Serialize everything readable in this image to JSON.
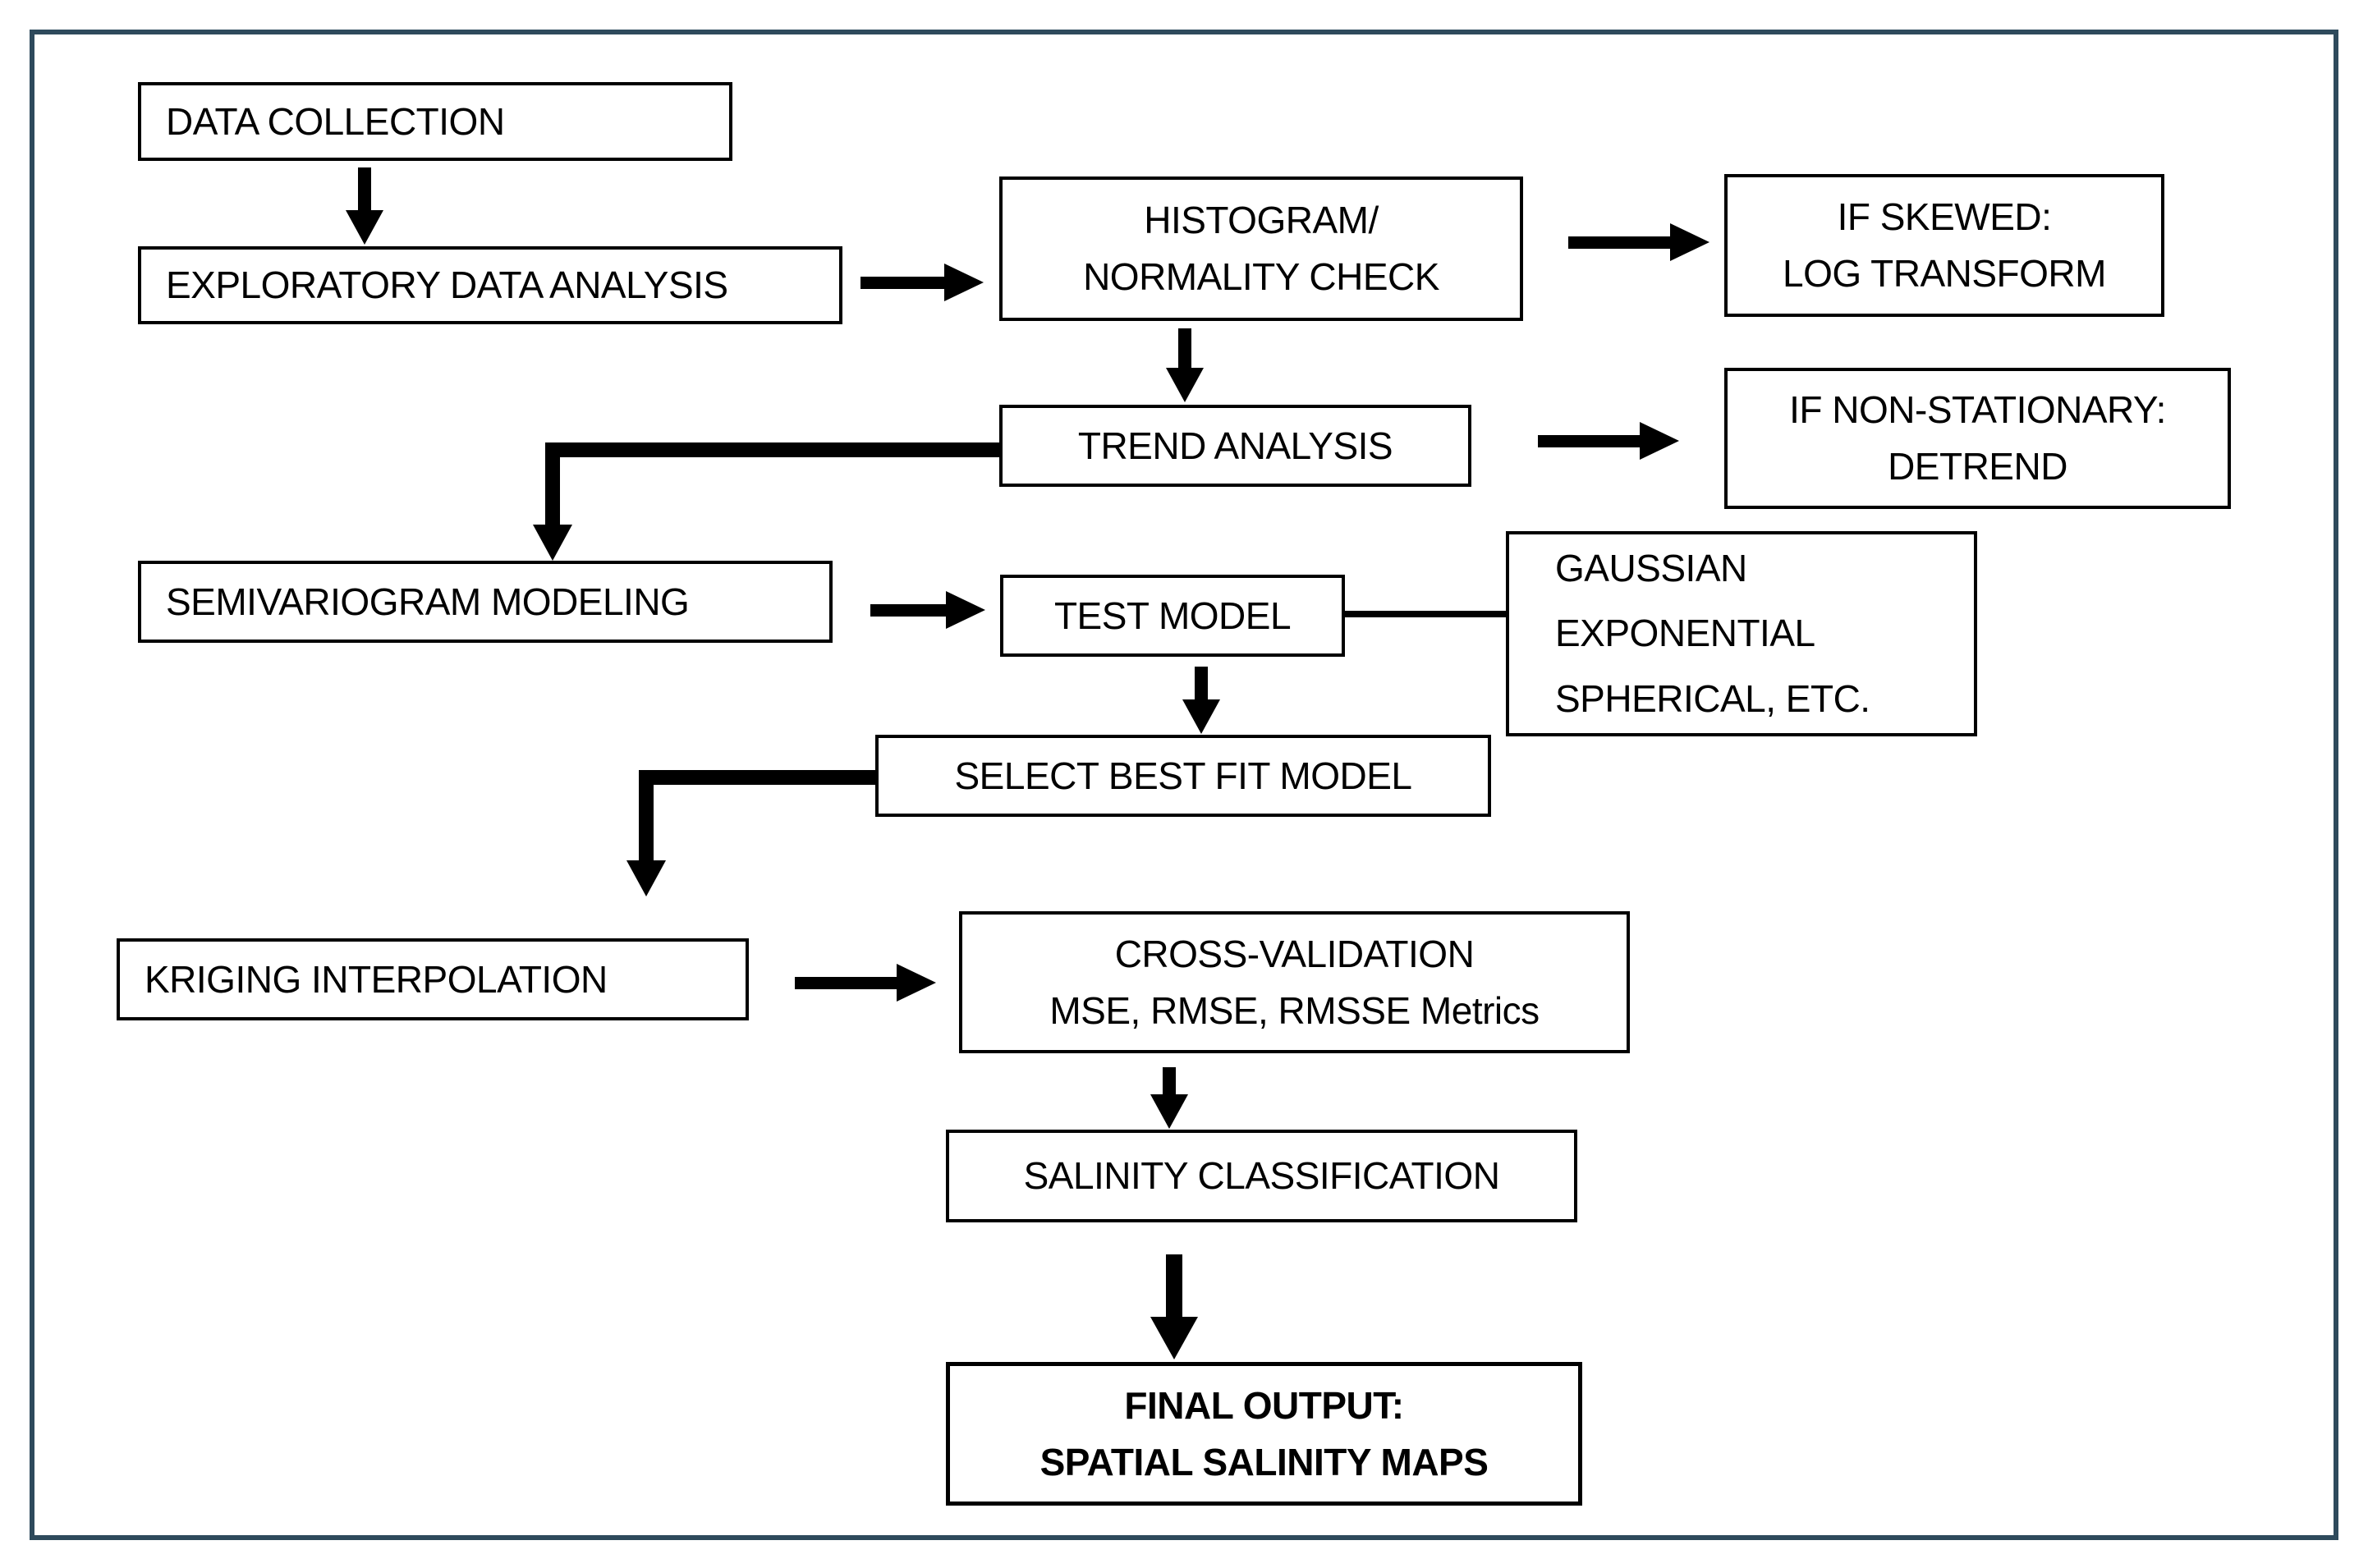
{
  "nodes": {
    "data_collection": {
      "label": "DATA COLLECTION"
    },
    "eda": {
      "label": "EXPLORATORY DATA ANALYSIS"
    },
    "histogram": {
      "line1": "HISTOGRAM/",
      "line2": "NORMALITY CHECK"
    },
    "if_skewed": {
      "line1": "IF SKEWED:",
      "line2": "LOG TRANSFORM"
    },
    "trend": {
      "label": "TREND ANALYSIS"
    },
    "if_nonstationary": {
      "line1": "IF NON-STATIONARY:",
      "line2": "DETREND"
    },
    "semivariogram": {
      "label": "SEMIVARIOGRAM MODELING"
    },
    "test_model": {
      "label": "TEST MODEL"
    },
    "models": {
      "line1": "GAUSSIAN",
      "line2": "EXPONENTIAL",
      "line3": "SPHERICAL, ETC."
    },
    "select_best": {
      "label": "SELECT BEST FIT MODEL"
    },
    "kriging": {
      "label": "KRIGING INTERPOLATION"
    },
    "cross_validation": {
      "line1": "CROSS-VALIDATION",
      "line2": "MSE, RMSE, RMSSE Metrics"
    },
    "salinity": {
      "label": "SALINITY CLASSIFICATION"
    },
    "final": {
      "line1": "FINAL OUTPUT:",
      "line2": "SPATIAL SALINITY MAPS"
    }
  },
  "edges": [
    {
      "from": "DATA COLLECTION",
      "to": "EXPLORATORY DATA ANALYSIS",
      "style": "arrow"
    },
    {
      "from": "EXPLORATORY DATA ANALYSIS",
      "to": "HISTOGRAM/NORMALITY CHECK",
      "style": "arrow"
    },
    {
      "from": "HISTOGRAM/NORMALITY CHECK",
      "to": "IF SKEWED: LOG TRANSFORM",
      "style": "arrow"
    },
    {
      "from": "HISTOGRAM/NORMALITY CHECK",
      "to": "TREND ANALYSIS",
      "style": "arrow"
    },
    {
      "from": "TREND ANALYSIS",
      "to": "IF NON-STATIONARY: DETREND",
      "style": "arrow"
    },
    {
      "from": "TREND ANALYSIS",
      "to": "SEMIVARIOGRAM MODELING",
      "style": "elbow-arrow"
    },
    {
      "from": "SEMIVARIOGRAM MODELING",
      "to": "TEST MODEL",
      "style": "arrow"
    },
    {
      "from": "TEST MODEL",
      "to": "GAUSSIAN EXPONENTIAL SPHERICAL, ETC.",
      "style": "plain-line"
    },
    {
      "from": "TEST MODEL",
      "to": "SELECT BEST FIT MODEL",
      "style": "arrow"
    },
    {
      "from": "SELECT BEST FIT MODEL",
      "to": "KRIGING INTERPOLATION",
      "style": "elbow-arrow"
    },
    {
      "from": "KRIGING INTERPOLATION",
      "to": "CROSS-VALIDATION",
      "style": "arrow"
    },
    {
      "from": "CROSS-VALIDATION",
      "to": "SALINITY CLASSIFICATION",
      "style": "arrow"
    },
    {
      "from": "SALINITY CLASSIFICATION",
      "to": "FINAL OUTPUT: SPATIAL SALINITY MAPS",
      "style": "arrow"
    }
  ],
  "colors": {
    "frame_border": "#2e4a5c",
    "box_border": "#000000",
    "background": "#ffffff",
    "text": "#000000",
    "arrow": "#000000"
  }
}
